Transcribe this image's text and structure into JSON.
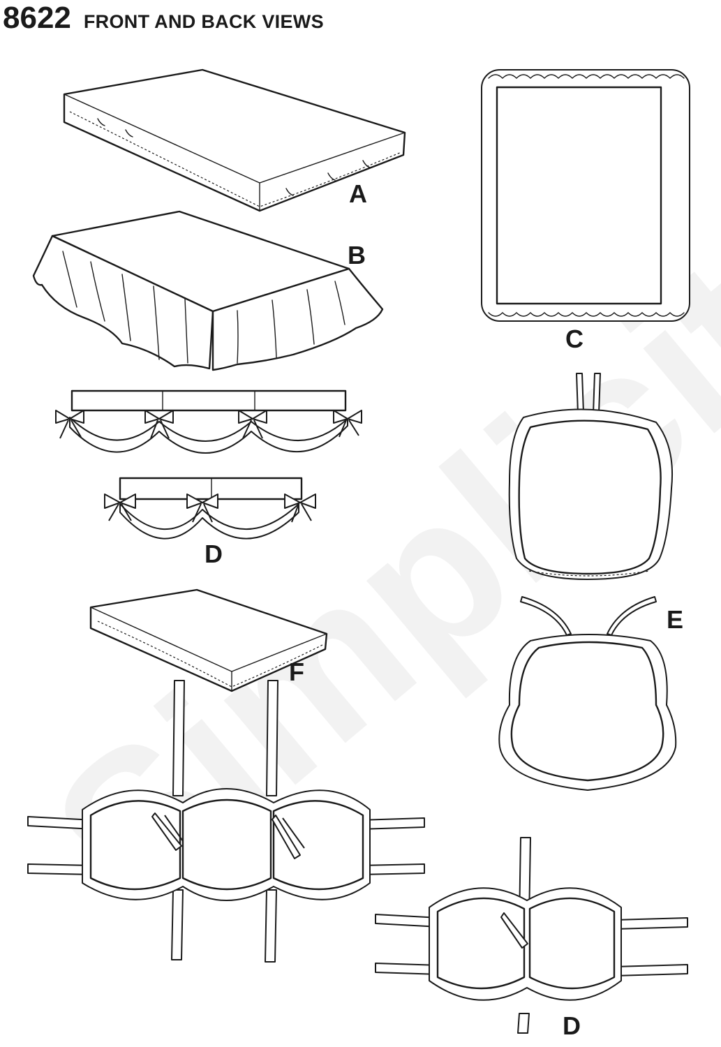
{
  "header": {
    "pattern_number": "8622",
    "title": "FRONT AND BACK VIEWS"
  },
  "watermark": {
    "brand": "Simplicity"
  },
  "views": [
    {
      "label": "A",
      "item": "fitted-mattress-sheet"
    },
    {
      "label": "B",
      "item": "gathered-bed-skirt"
    },
    {
      "label": "C",
      "item": "ruffled-blanket"
    },
    {
      "label": "D",
      "item": "bow-valance-and-bumper-pads"
    },
    {
      "label": "E",
      "item": "chair-pad-with-ties"
    },
    {
      "label": "F",
      "item": "fitted-pad-cover"
    }
  ],
  "labels": {
    "a": "A",
    "b": "B",
    "c": "C",
    "d_valance": "D",
    "d_bumper": "D",
    "e": "E",
    "f": "F"
  },
  "colors": {
    "line": "#1a1a1a",
    "paper": "#ffffff",
    "watermark": "#f2f2f2"
  }
}
